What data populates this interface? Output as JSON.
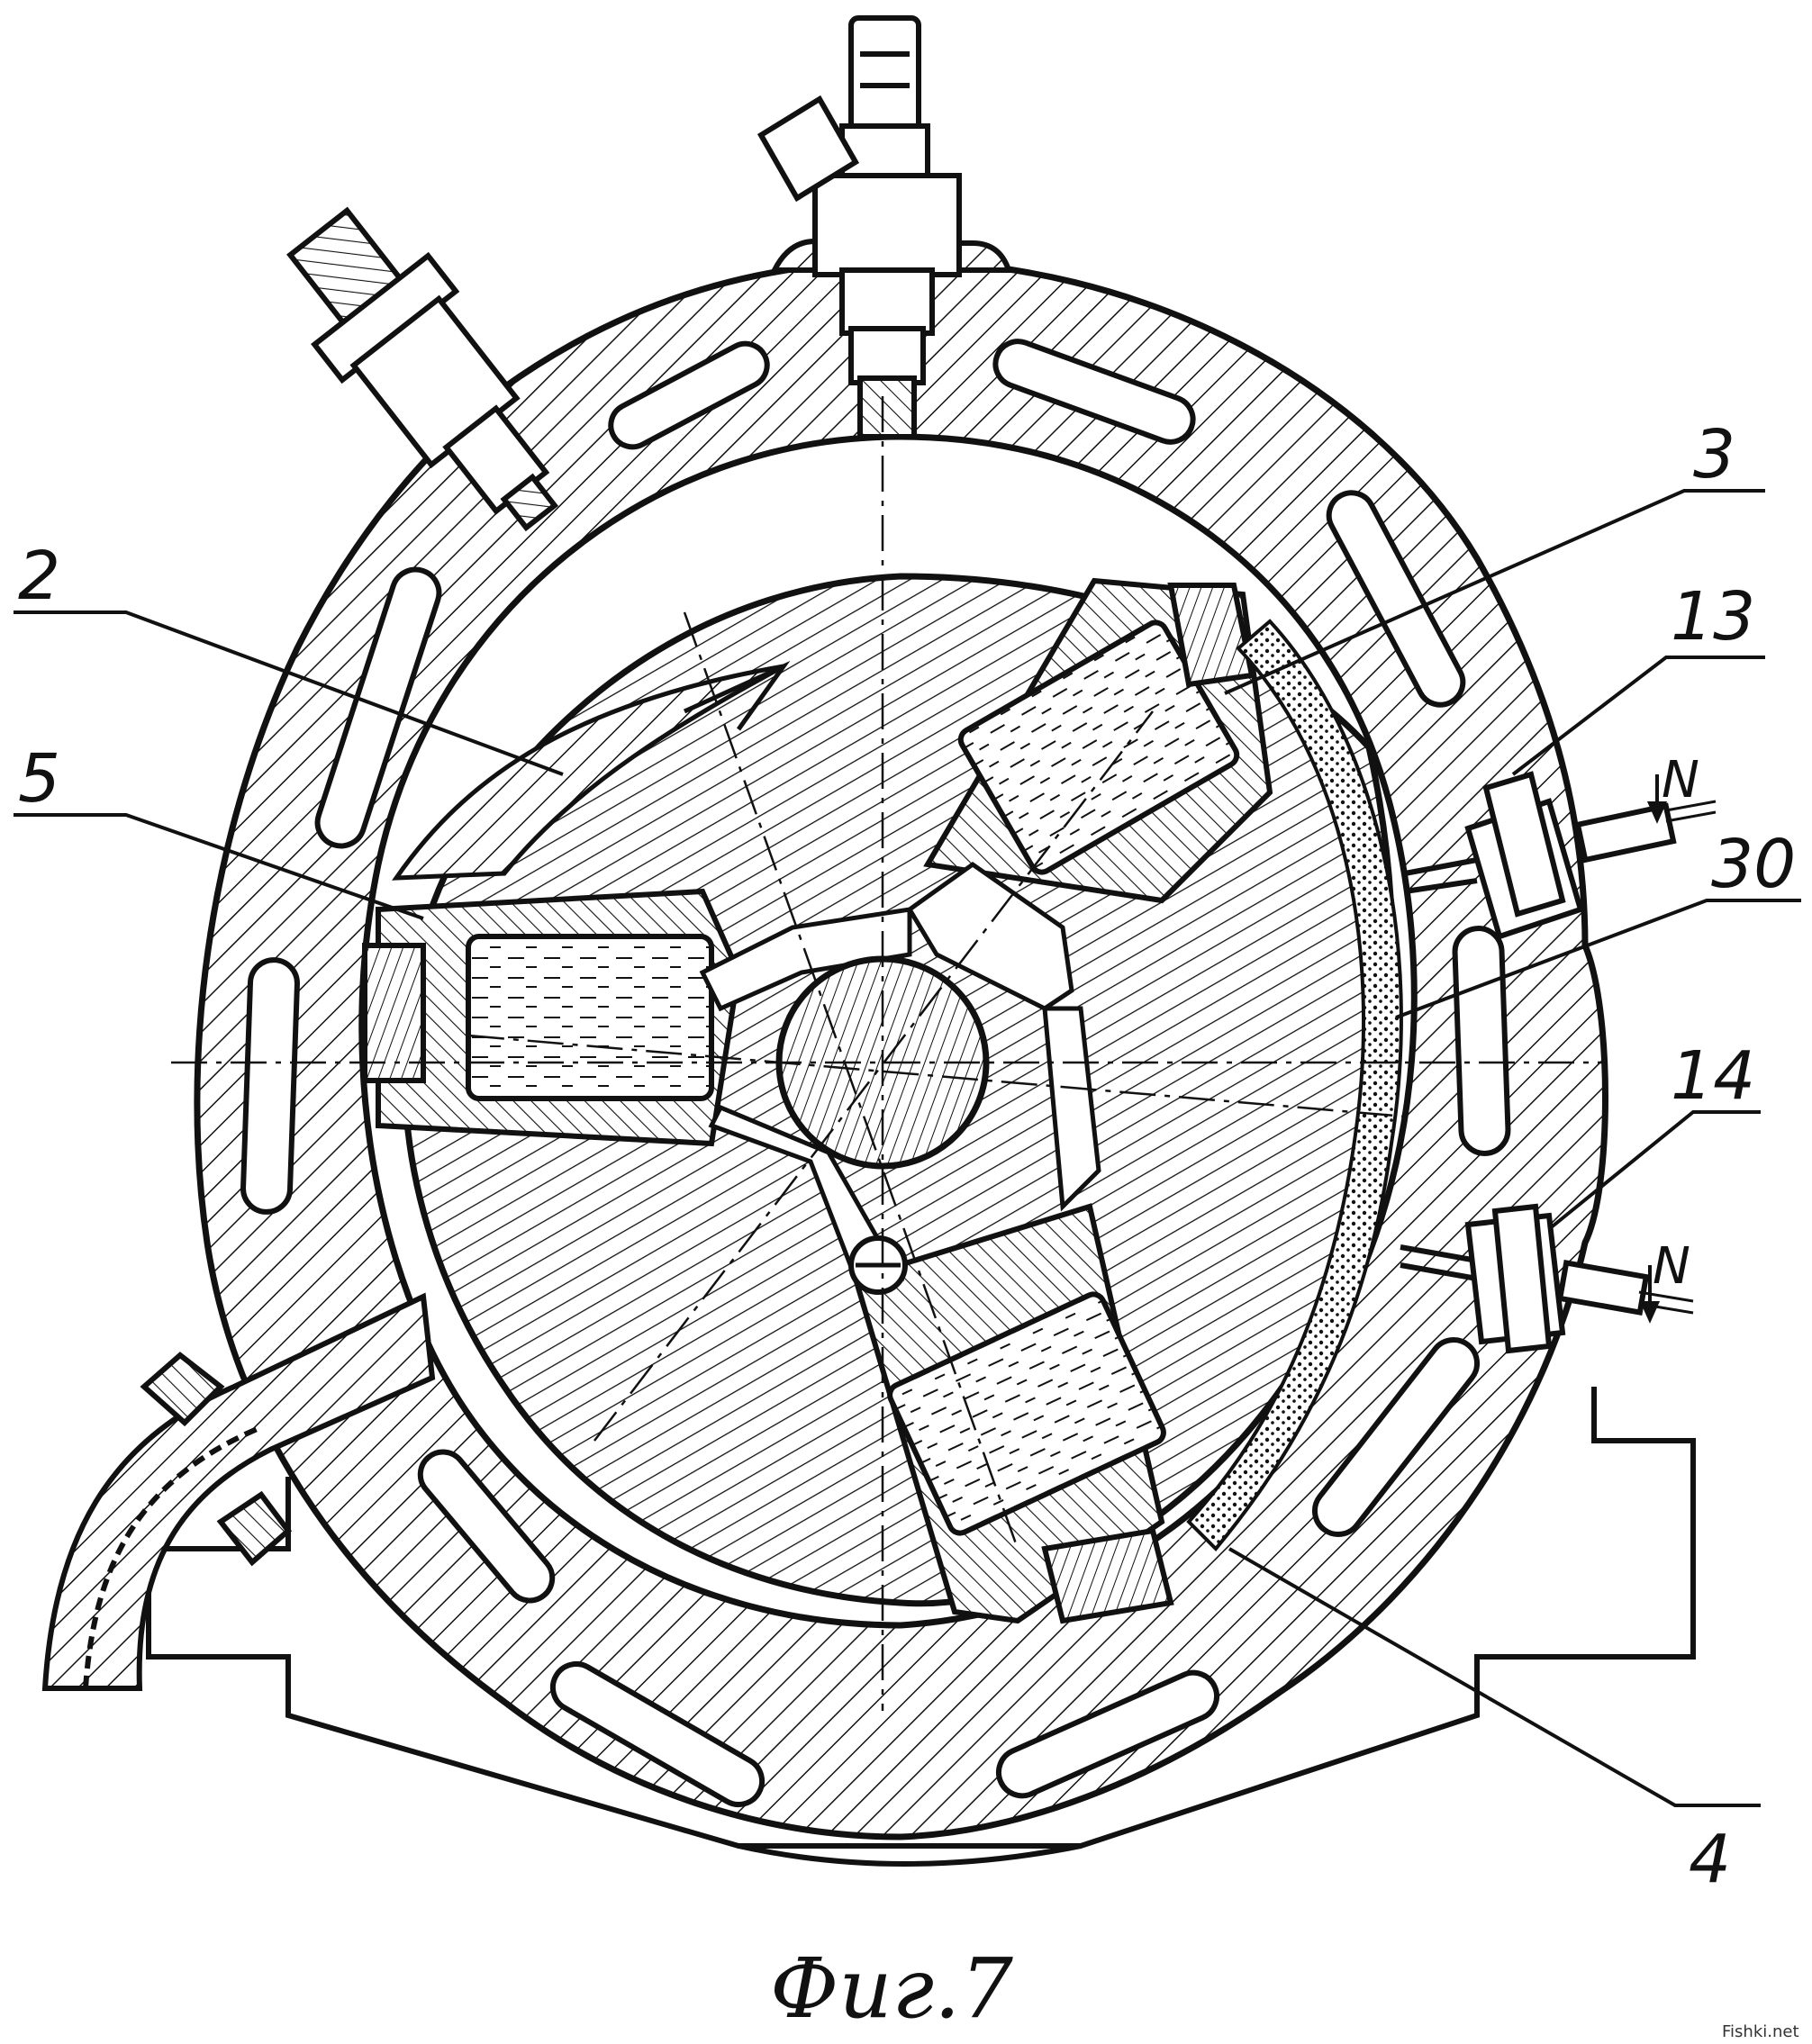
{
  "labels": {
    "l2": "2",
    "l3": "3",
    "l4": "4",
    "l5": "5",
    "l13": "13",
    "l14": "14",
    "l30": "30",
    "n1": "N",
    "n2": "N"
  },
  "caption": "Фиг.7",
  "watermark": "Fishki.net",
  "colors": {
    "ink": "#111111",
    "paper": "#ffffff"
  }
}
